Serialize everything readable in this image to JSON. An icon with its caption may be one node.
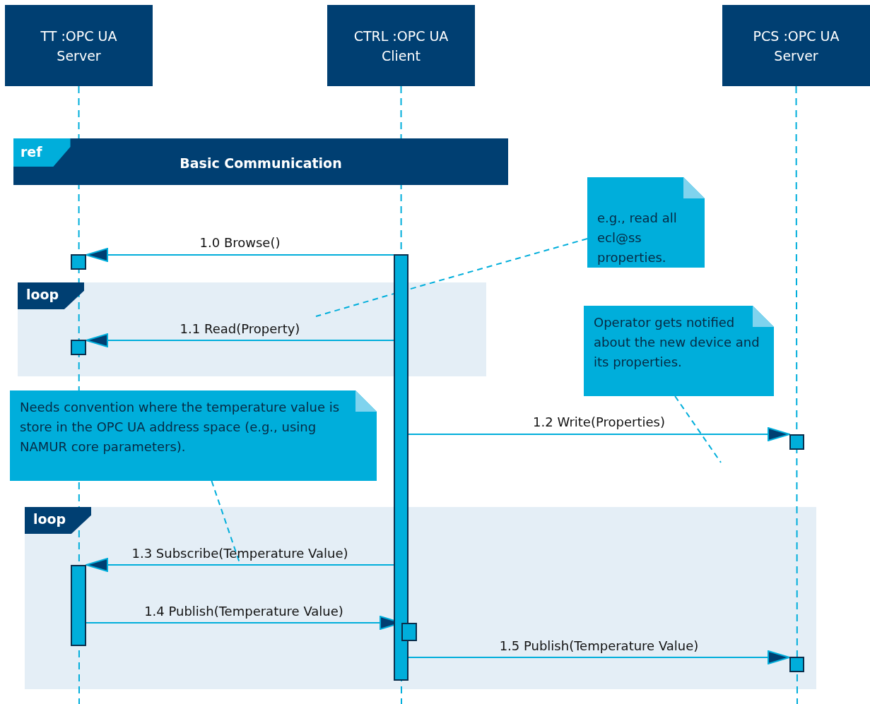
{
  "diagram": {
    "nodes": [
      {
        "text": [
          "TT :OPC UA Server"
        ]
      },
      {
        "text": [
          "CTRL :OPC UA Client"
        ]
      },
      {
        "text": [
          "PCS :OPC UA Server"
        ]
      },
      {
        "text": [
          "ref",
          "Basic Communication"
        ]
      },
      {
        "text": [
          "e.g., read all ecl@ss properties."
        ]
      },
      {
        "text": [
          "loop"
        ]
      },
      {
        "text": [
          "Operator gets notified about the new device and its properties."
        ]
      },
      {
        "text": [
          "Needs convention where the temperature value is store in the OPC UA address space (e.g., using NAMUR core parameters)."
        ]
      },
      {
        "text": [
          "loop"
        ]
      },
      {
        "text": [],
        "shape": "bar"
      },
      {
        "text": [],
        "shape": "bar"
      },
      {
        "text": [],
        "shape": "bar",
        "in": 5
      },
      {
        "text": [],
        "shape": "bar"
      },
      {
        "text": [],
        "shape": "bar",
        "in": 8
      },
      {
        "text": [],
        "shape": "bar",
        "in": 8
      },
      {
        "text": [],
        "shape": "bar",
        "in": 8
      }
    ],
    "edges": [
      {
        "from": 10,
        "to": 9,
        "arrow": "to",
        "label": "1.0 Browse()"
      },
      {
        "from": 4,
        "to": null,
        "arrow": "none",
        "style": "dashed"
      },
      {
        "from": 10,
        "to": 11,
        "arrow": "to",
        "label": "1.1 Read(Property)"
      },
      {
        "from": 6,
        "to": null,
        "arrow": "none",
        "style": "dashed"
      },
      {
        "from": 10,
        "to": 12,
        "arrow": "to",
        "label": "1.2 Write(Properties)"
      },
      {
        "from": 7,
        "to": null,
        "arrow": "none",
        "style": "dashed"
      },
      {
        "from": 10,
        "to": 13,
        "arrow": "to",
        "label": "1.3 Subscribe(Temperature Value)"
      },
      {
        "from": 13,
        "to": 14,
        "arrow": "to",
        "label": "1.4 Publish(Temperature Value)"
      },
      {
        "from": 10,
        "to": 15,
        "arrow": "to",
        "label": "1.5 Publish(Temperature Value)"
      },
      {
        "from": 0,
        "to": null,
        "arrow": "none",
        "style": "dashed"
      },
      {
        "from": 1,
        "to": null,
        "arrow": "none",
        "style": "dashed"
      },
      {
        "from": 2,
        "to": null,
        "arrow": "none",
        "style": "dashed"
      }
    ]
  }
}
